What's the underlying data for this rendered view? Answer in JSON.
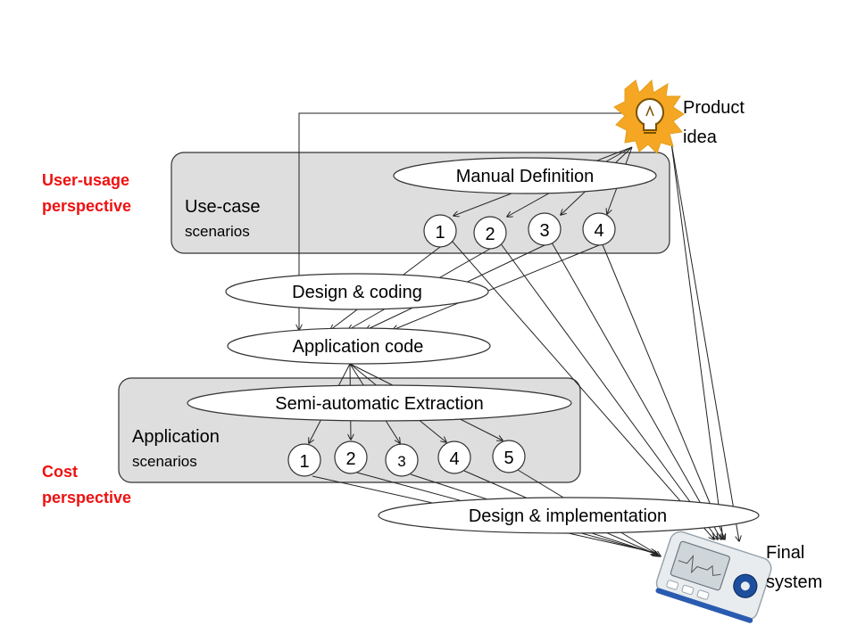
{
  "perspectives": {
    "user_usage": [
      "User-usage",
      "perspective"
    ],
    "cost": [
      "Cost",
      "perspective"
    ],
    "color": "#ee1111"
  },
  "use_case": {
    "label": "Use-case",
    "sublabel": "scenarios",
    "definition": "Manual Definition",
    "items": [
      "1",
      "2",
      "3",
      "4"
    ]
  },
  "design_coding": "Design & coding",
  "application_code": "Application code",
  "application": {
    "label": "Application",
    "sublabel": "scenarios",
    "extraction": "Semi-automatic Extraction",
    "items": [
      "1",
      "2",
      "3",
      "4",
      "5"
    ]
  },
  "design_implementation": "Design & implementation",
  "product_idea": [
    "Product",
    "idea"
  ],
  "final_system": [
    "Final",
    "system"
  ],
  "icons": {
    "idea": "lightbulb-icon",
    "device": "ecg-monitor-device-icon",
    "idea_color": "#f5a623"
  }
}
